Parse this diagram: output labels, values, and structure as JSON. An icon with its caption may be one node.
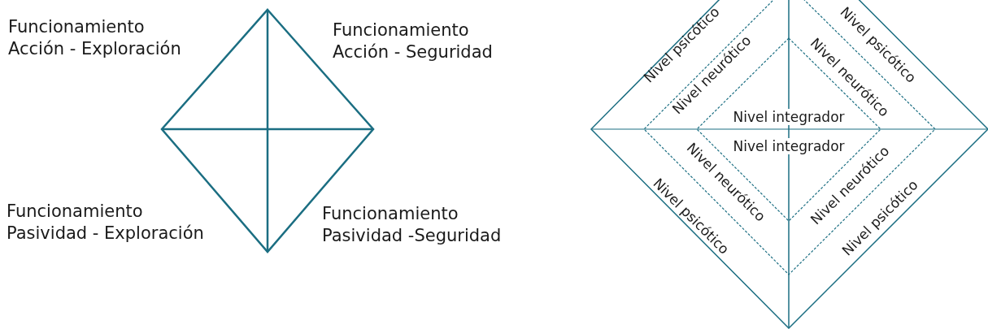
{
  "diagram": {
    "labels": [
      "Funcionamiento Acción - Exploración",
      "Funcionamiento Acción - Seguridad",
      "Funcionamiento Pasividad - Exploración",
      "Funcionamiento Pasividad -Seguridad",
      "Nivel psicótico",
      "Nivel psicótico",
      "Nivel neurótico",
      "Nivel neurótico",
      "Nivel integrador",
      "Nivel integrador",
      "Nivel psicótico",
      "Nivel neurótico",
      "Nivel neurótico",
      "Nivel psicótico"
    ]
  }
}
